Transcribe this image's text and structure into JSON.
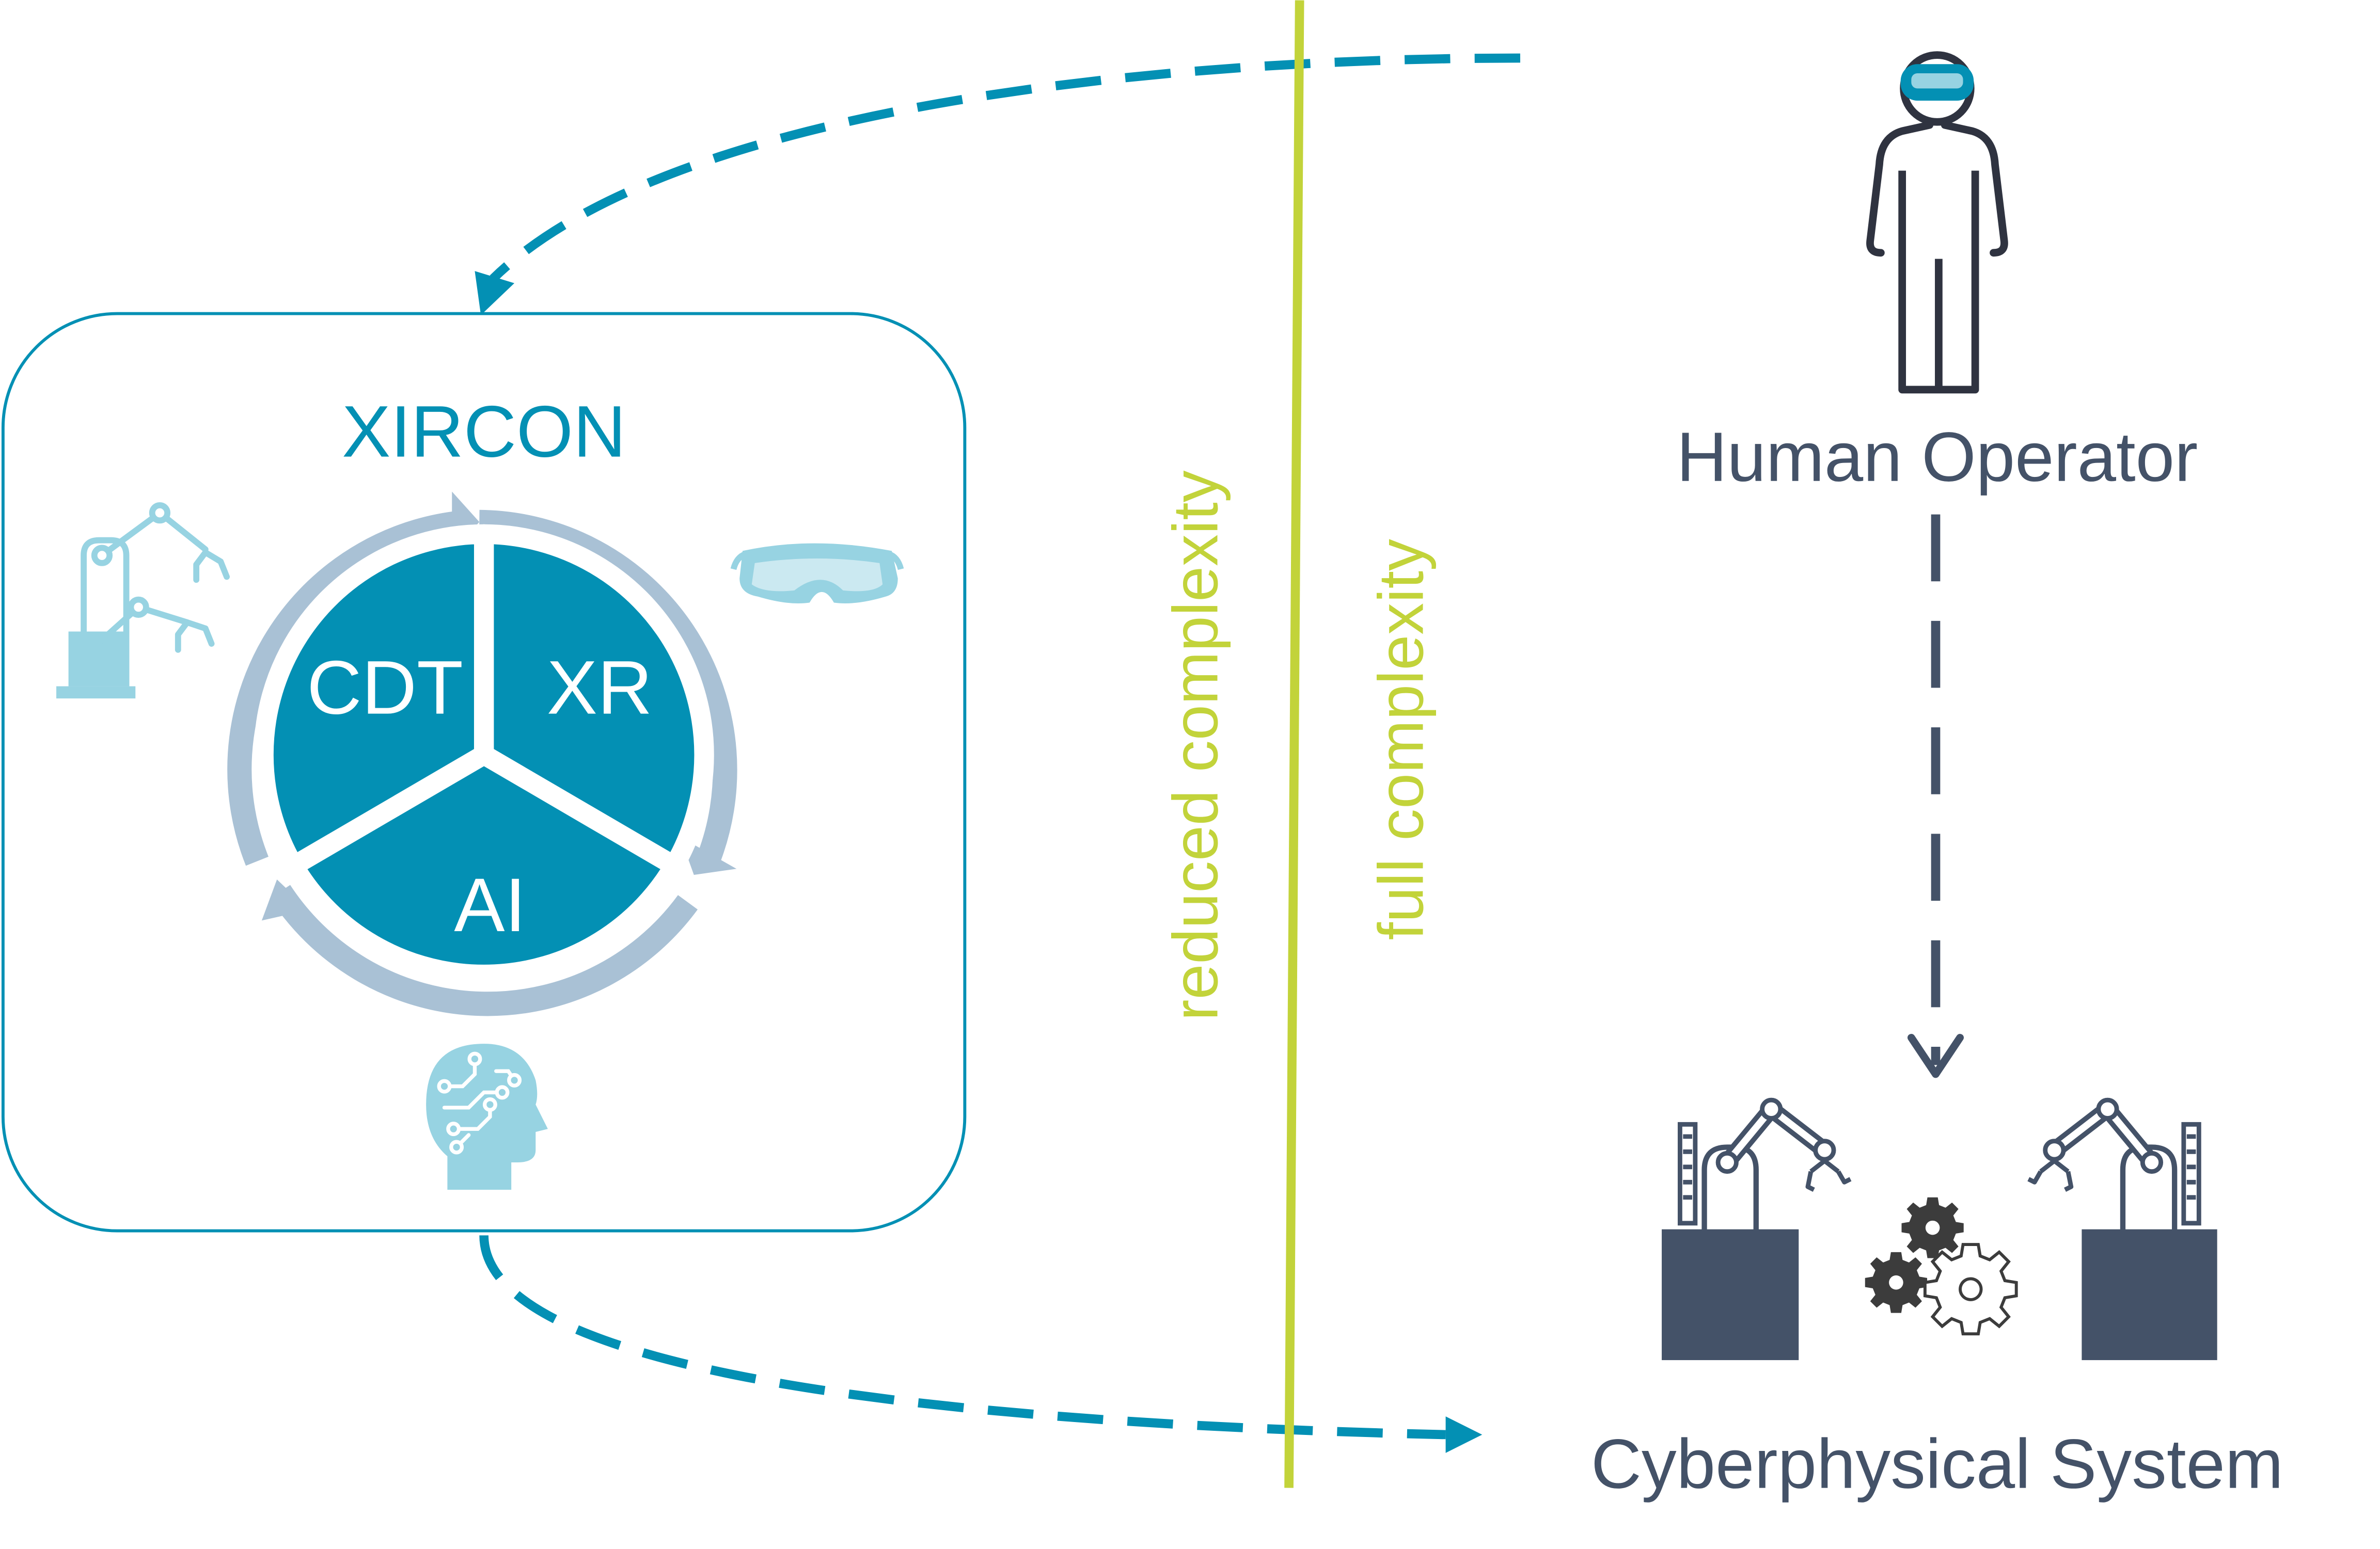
{
  "xircon": {
    "title": "XIRCON",
    "segments": {
      "cdt": "CDT",
      "xr": "XR",
      "ai": "AI"
    }
  },
  "divider": {
    "left_label": "reduced complexity",
    "right_label": "full complexity"
  },
  "human": {
    "label": "Human Operator"
  },
  "system": {
    "label": "Cyberphysical System"
  },
  "colors": {
    "teal": "#0390b4",
    "teal_light": "#97d3e2",
    "ring": "#a9c1d5",
    "slate": "#445268",
    "lime": "#c2d33a",
    "gear_dark": "#3c3c3c"
  },
  "icons": [
    "robot-arm-icon",
    "xr-headset-icon",
    "ai-head-icon",
    "operator-icon",
    "gear-icon"
  ]
}
